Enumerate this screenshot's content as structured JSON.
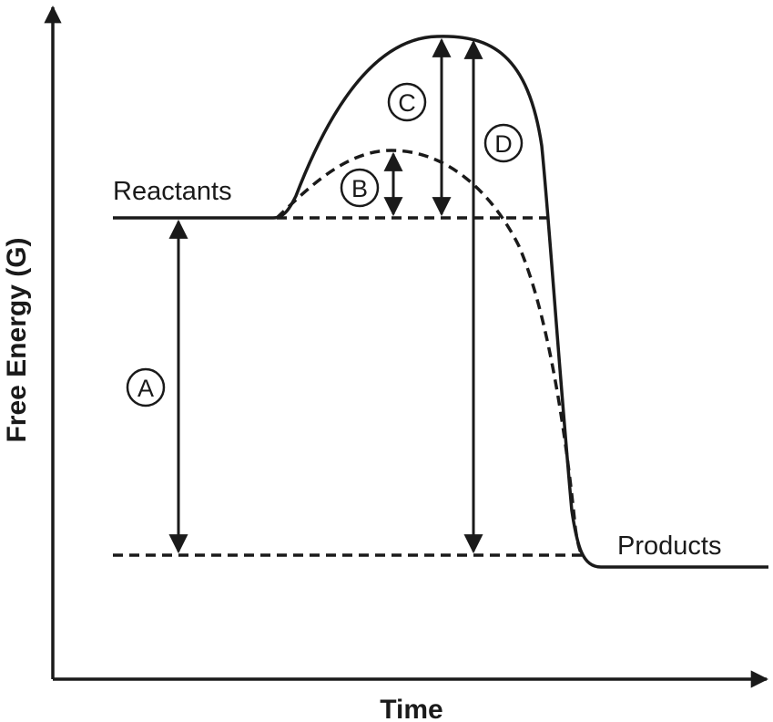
{
  "axes": {
    "x_label": "Time",
    "y_label": "Free Energy (G)"
  },
  "labels": {
    "reactants": "Reactants",
    "products": "Products"
  },
  "markers": {
    "a": "A",
    "b": "B",
    "c": "C",
    "d": "D"
  },
  "colors": {
    "ink": "#1a1a1a",
    "background": "#ffffff"
  }
}
